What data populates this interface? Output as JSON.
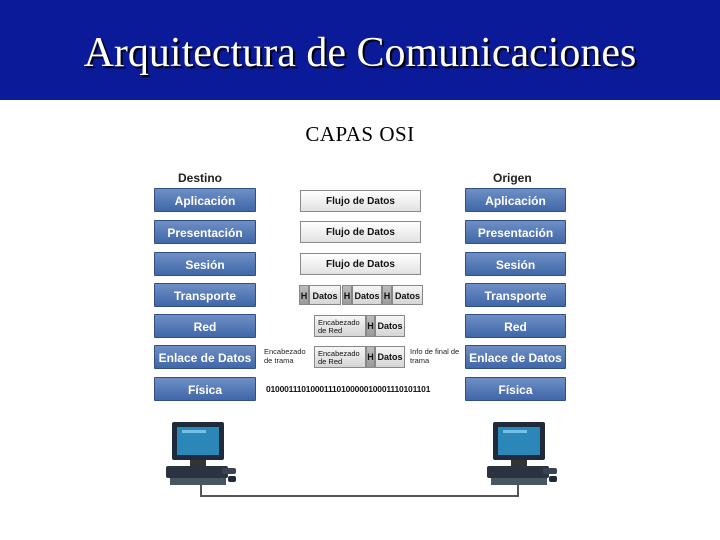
{
  "header": {
    "title": "Arquitectura de Comunicaciones"
  },
  "subtitle": "CAPAS OSI",
  "columns": {
    "left": "Destino",
    "right": "Origen"
  },
  "layers": [
    "Aplicación",
    "Presentación",
    "Sesión",
    "Transporte",
    "Red",
    "Enlace de Datos",
    "Física"
  ],
  "flow": {
    "data_flow": [
      "Flujo de Datos",
      "Flujo de Datos",
      "Flujo de Datos"
    ],
    "segment_h": "H",
    "segment_data": "Datos",
    "network_header": "Encabezado de Red",
    "frame_header": "Encabezado de trama",
    "frame_trailer": "Info de final de trama",
    "bits": "0100011101000111010000010001110101101"
  },
  "colors": {
    "header_bg": "#0b1a99",
    "layer_top": "#6f8fc6",
    "layer_bottom": "#4067a8"
  }
}
